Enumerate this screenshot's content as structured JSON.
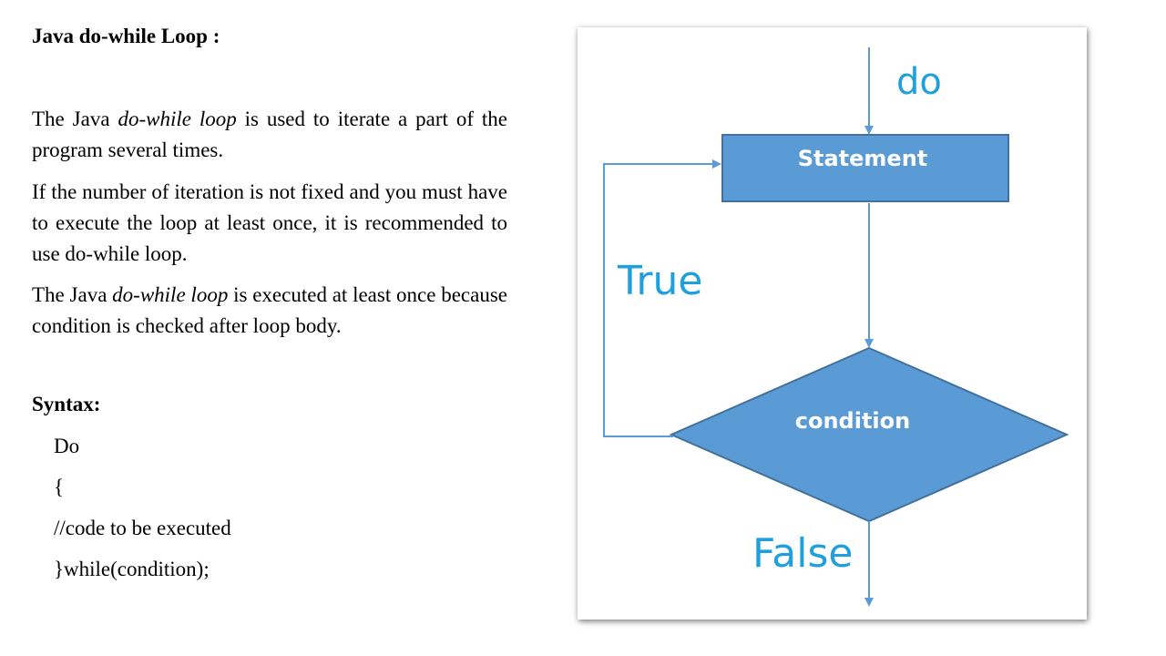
{
  "heading": "Java do-while Loop :",
  "paragraphs": {
    "p1_a": "The Java ",
    "p1_italic": "do-while loop",
    "p1_b": " is used to iterate a part of the program several times.",
    "p2": "If the number of iteration is not fixed and you must have to execute the loop at least once, it is recommended to use do-while loop.",
    "p3_a": "The Java ",
    "p3_italic": "do-while loop",
    "p3_b": " is executed at least once because condition is checked after loop body."
  },
  "syntax": {
    "title": "Syntax:",
    "lines": [
      "Do",
      "{",
      "//code to be executed",
      "}while(condition);"
    ]
  },
  "diagram": {
    "do_label": "do",
    "statement_label": "Statement",
    "condition_label": "condition",
    "true_label": "True",
    "false_label": "False",
    "colors": {
      "box_fill": "#5b9bd5",
      "box_stroke": "#41719c",
      "arrow": "#5b9bd5",
      "label_text": "#1fa0dc",
      "shape_text": "#ffffff"
    }
  }
}
